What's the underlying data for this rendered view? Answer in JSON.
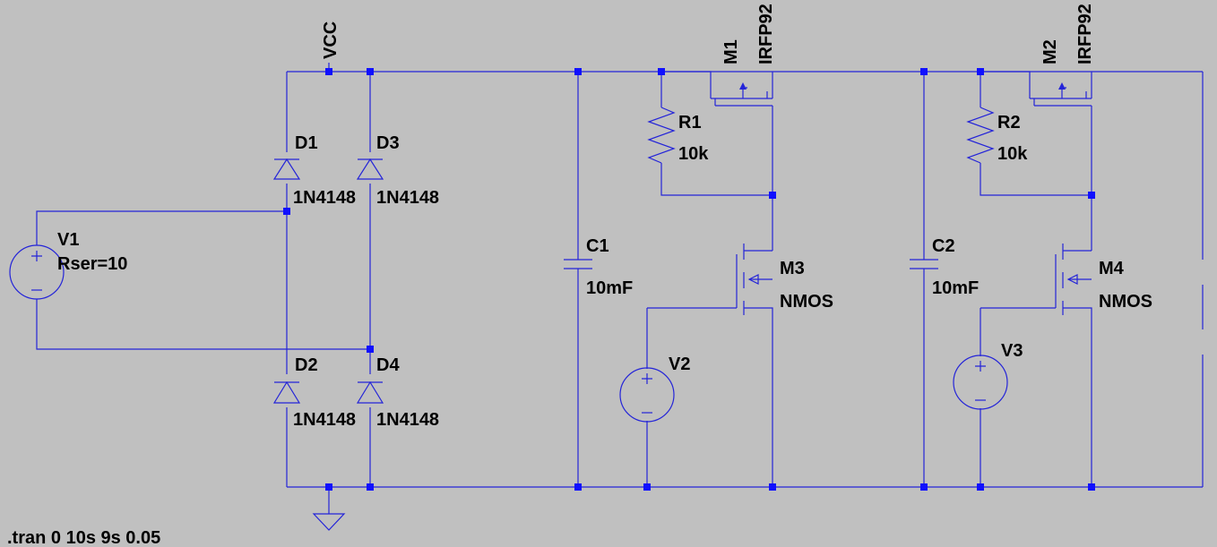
{
  "nets": {
    "vcc": "VCC"
  },
  "components": {
    "V1": {
      "name": "V1",
      "value": "Rser=10"
    },
    "V2": {
      "name": "V2"
    },
    "V3": {
      "name": "V3"
    },
    "D1": {
      "name": "D1",
      "value": "1N4148"
    },
    "D2": {
      "name": "D2",
      "value": "1N4148"
    },
    "D3": {
      "name": "D3",
      "value": "1N4148"
    },
    "D4": {
      "name": "D4",
      "value": "1N4148"
    },
    "C1": {
      "name": "C1",
      "value": "10mF"
    },
    "C2": {
      "name": "C2",
      "value": "10mF"
    },
    "R1": {
      "name": "R1",
      "value": "10k"
    },
    "R2": {
      "name": "R2",
      "value": "10k"
    },
    "M1": {
      "name": "M1",
      "value": "IRFP92"
    },
    "M2": {
      "name": "M2",
      "value": "IRFP92"
    },
    "M3": {
      "name": "M3",
      "value": "NMOS"
    },
    "M4": {
      "name": "M4",
      "value": "NMOS"
    }
  },
  "directive": ".tran 0 10s 9s 0.05",
  "colors": {
    "background": "#c0c0c0",
    "wire": "#2424d8",
    "junction": "#1010ff",
    "text": "#000000"
  }
}
